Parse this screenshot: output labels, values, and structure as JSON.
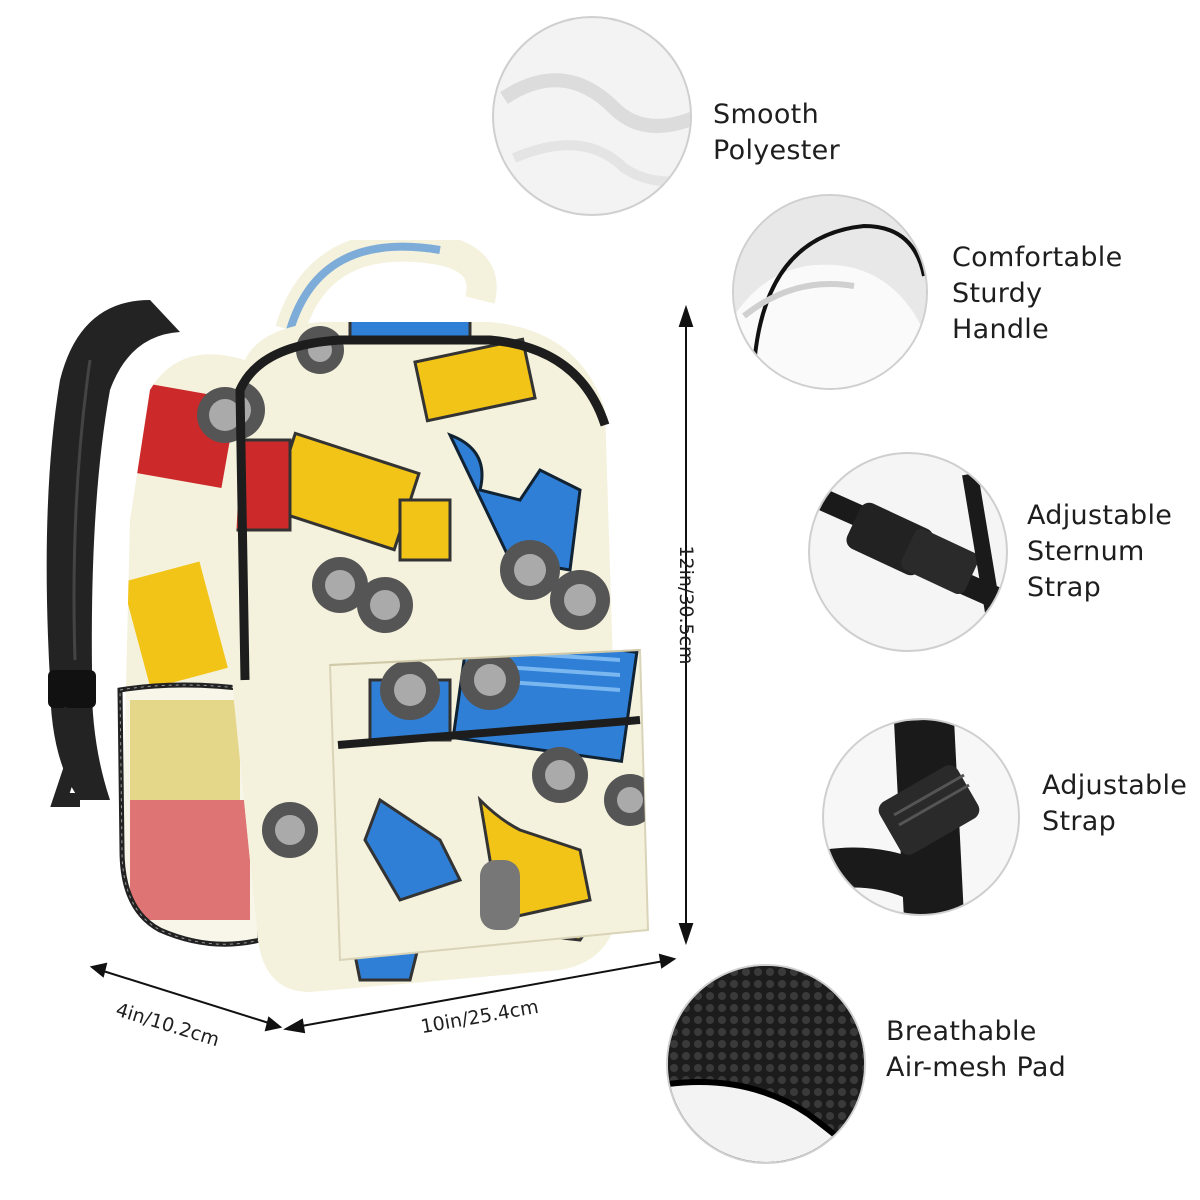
{
  "features": [
    {
      "id": "smooth-polyester",
      "lines": [
        "Smooth",
        "Polyester"
      ]
    },
    {
      "id": "sturdy-handle",
      "lines": [
        "Comfortable",
        "Sturdy",
        "Handle"
      ]
    },
    {
      "id": "sternum-strap",
      "lines": [
        "Adjustable",
        "Sternum",
        "Strap"
      ]
    },
    {
      "id": "adjustable-strap",
      "lines": [
        "Adjustable",
        "Strap"
      ]
    },
    {
      "id": "air-mesh-pad",
      "lines": [
        "Breathable",
        "Air-mesh Pad"
      ]
    }
  ],
  "dimensions": {
    "height": "12in/30.5cm",
    "width": "10in/25.4cm",
    "depth": "4in/10.2cm"
  },
  "colors": {
    "background": "#ffffff",
    "bag_fabric": "#f4f1dc",
    "strap": "#1f1f1f",
    "truck_yellow": "#f2c417",
    "truck_blue": "#2f7fd6",
    "truck_red": "#cc2a2a"
  }
}
